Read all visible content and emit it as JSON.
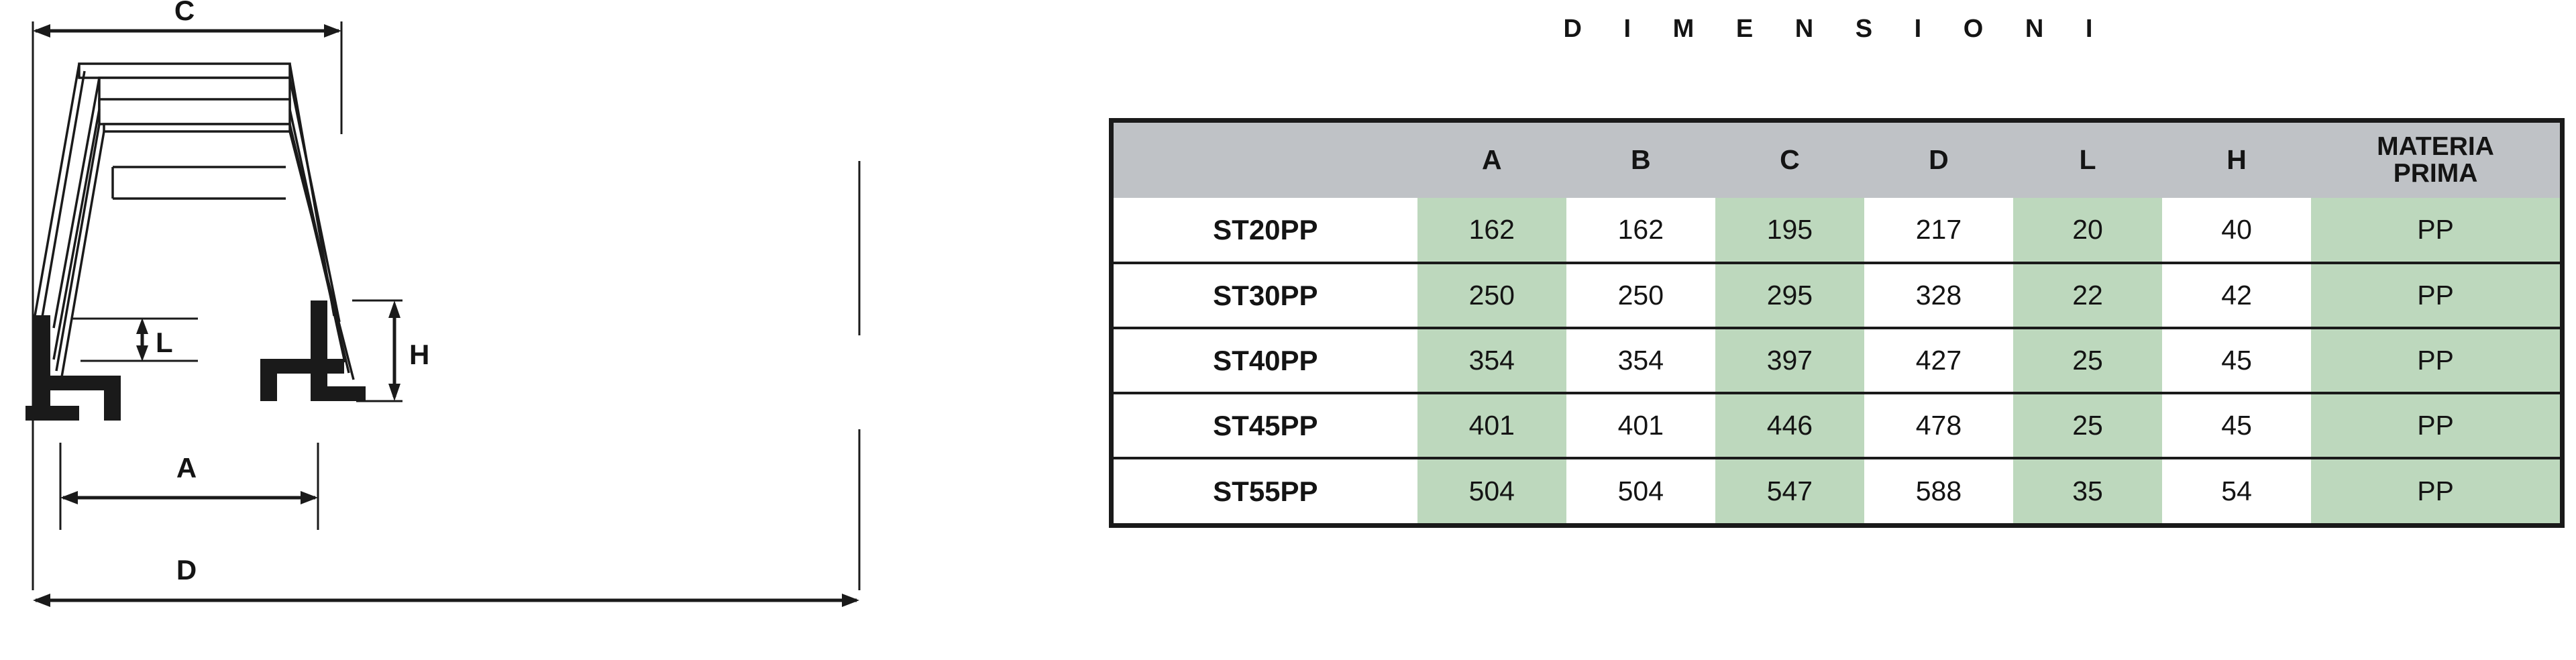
{
  "drawing": {
    "caption_labels": {
      "c": "C",
      "a": "A",
      "d": "D",
      "l": "L",
      "h": "H"
    },
    "description": "Isometric technical drawing of a trapezoidal stacking tray profile with H-shaped feet"
  },
  "table": {
    "title": "D I M E N S I O N I",
    "header_blank": "",
    "columns": [
      "A",
      "B",
      "C",
      "D",
      "L",
      "H"
    ],
    "material_header_line1": "MATERIA",
    "material_header_line2": "PRIMA",
    "rows": [
      {
        "model": "ST20PP",
        "a": "162",
        "b": "162",
        "c": "195",
        "d": "217",
        "l": "20",
        "h": "40",
        "material": "PP"
      },
      {
        "model": "ST30PP",
        "a": "250",
        "b": "250",
        "c": "295",
        "d": "328",
        "l": "22",
        "h": "42",
        "material": "PP"
      },
      {
        "model": "ST40PP",
        "a": "354",
        "b": "354",
        "c": "397",
        "d": "427",
        "l": "25",
        "h": "45",
        "material": "PP"
      },
      {
        "model": "ST45PP",
        "a": "401",
        "b": "401",
        "c": "446",
        "d": "478",
        "l": "25",
        "h": "45",
        "material": "PP"
      },
      {
        "model": "ST55PP",
        "a": "504",
        "b": "504",
        "c": "547",
        "d": "588",
        "l": "35",
        "h": "54",
        "material": "PP"
      }
    ]
  },
  "colors": {
    "header_gray": "#bfc2c6",
    "cell_green": "#bdd8bd",
    "line_black": "#1a1a1a",
    "background": "#ffffff"
  }
}
